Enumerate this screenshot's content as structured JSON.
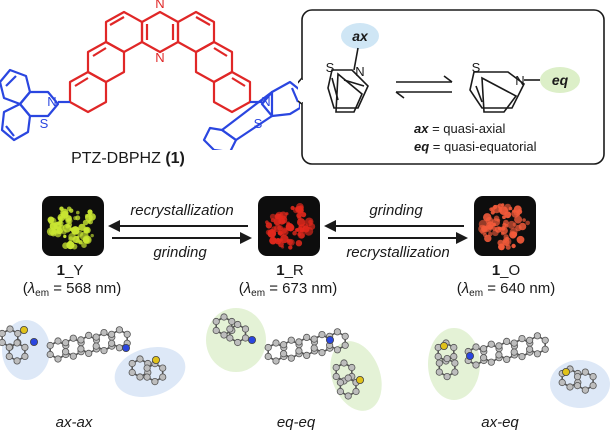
{
  "molecule": {
    "name_text": "PTZ-DBPHZ ",
    "name_number": "(1)",
    "atom_N": "N",
    "atom_S": "S",
    "colors": {
      "phenothiazine": "#2a46e0",
      "dbphz": "#e02727"
    }
  },
  "conformer_box": {
    "ax_tag": "ax",
    "eq_tag": "eq",
    "atom_S": "S",
    "atom_N": "N",
    "legend_ax_key": "ax",
    "legend_ax_text": " = quasi-axial",
    "legend_eq_key": "eq",
    "legend_eq_text": " = quasi-equatorial",
    "tag_colors": {
      "ax": "#cfe6f5",
      "eq": "#dcefc8"
    }
  },
  "phases": [
    {
      "id": "1_Y",
      "num": "1",
      "suffix": "_Y",
      "lambda_prefix": "(",
      "lambda_symbol": "λ",
      "lambda_sub": "em",
      "lambda_value": " = 568 nm)",
      "color": "#c9e632"
    },
    {
      "id": "1_R",
      "num": "1",
      "suffix": "_R",
      "lambda_prefix": "(",
      "lambda_symbol": "λ",
      "lambda_sub": "em",
      "lambda_value": " = 673 nm)",
      "color": "#e2281c"
    },
    {
      "id": "1_O",
      "num": "1",
      "suffix": "_O",
      "lambda_prefix": "(",
      "lambda_symbol": "λ",
      "lambda_sub": "em",
      "lambda_value": " = 640 nm)",
      "color": "#f25a3a"
    }
  ],
  "arrows": {
    "left_top": "recrystallization",
    "left_bottom": "grinding",
    "right_top": "grinding",
    "right_bottom": "recrystallization"
  },
  "conformations": [
    "ax-ax",
    "eq-eq",
    "ax-eq"
  ]
}
